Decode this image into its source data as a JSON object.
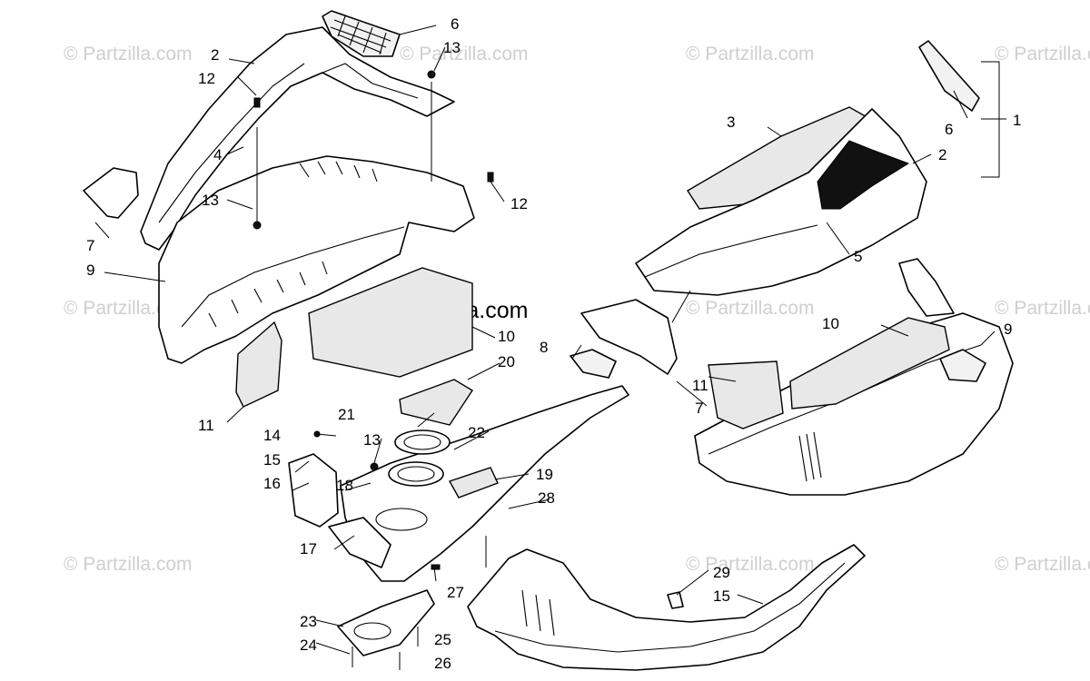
{
  "watermarks": {
    "corner": "© Partzilla.com",
    "center": "© Partzilla.com"
  },
  "callouts": {
    "c1": "1",
    "c2a": "2",
    "c2b": "2",
    "c3": "3",
    "c4": "4",
    "c5": "5",
    "c6a": "6",
    "c6b": "6",
    "c7a": "7",
    "c7b": "7",
    "c8": "8",
    "c9a": "9",
    "c9b": "9",
    "c10a": "10",
    "c10b": "10",
    "c11a": "11",
    "c11b": "11",
    "c12a": "12",
    "c12b": "12",
    "c13a": "13",
    "c13b": "13",
    "c13c": "13",
    "c14": "14",
    "c15a": "15",
    "c15b": "15",
    "c16": "16",
    "c17": "17",
    "c18": "18",
    "c19": "19",
    "c20": "20",
    "c21": "21",
    "c22": "22",
    "c23": "23",
    "c24": "24",
    "c25": "25",
    "c26": "26",
    "c27": "27",
    "c28": "28",
    "c29": "29"
  },
  "colors": {
    "line": "#000000",
    "watermark": "#cfcfcf",
    "foam": "#e8e8e8",
    "background": "#ffffff"
  }
}
